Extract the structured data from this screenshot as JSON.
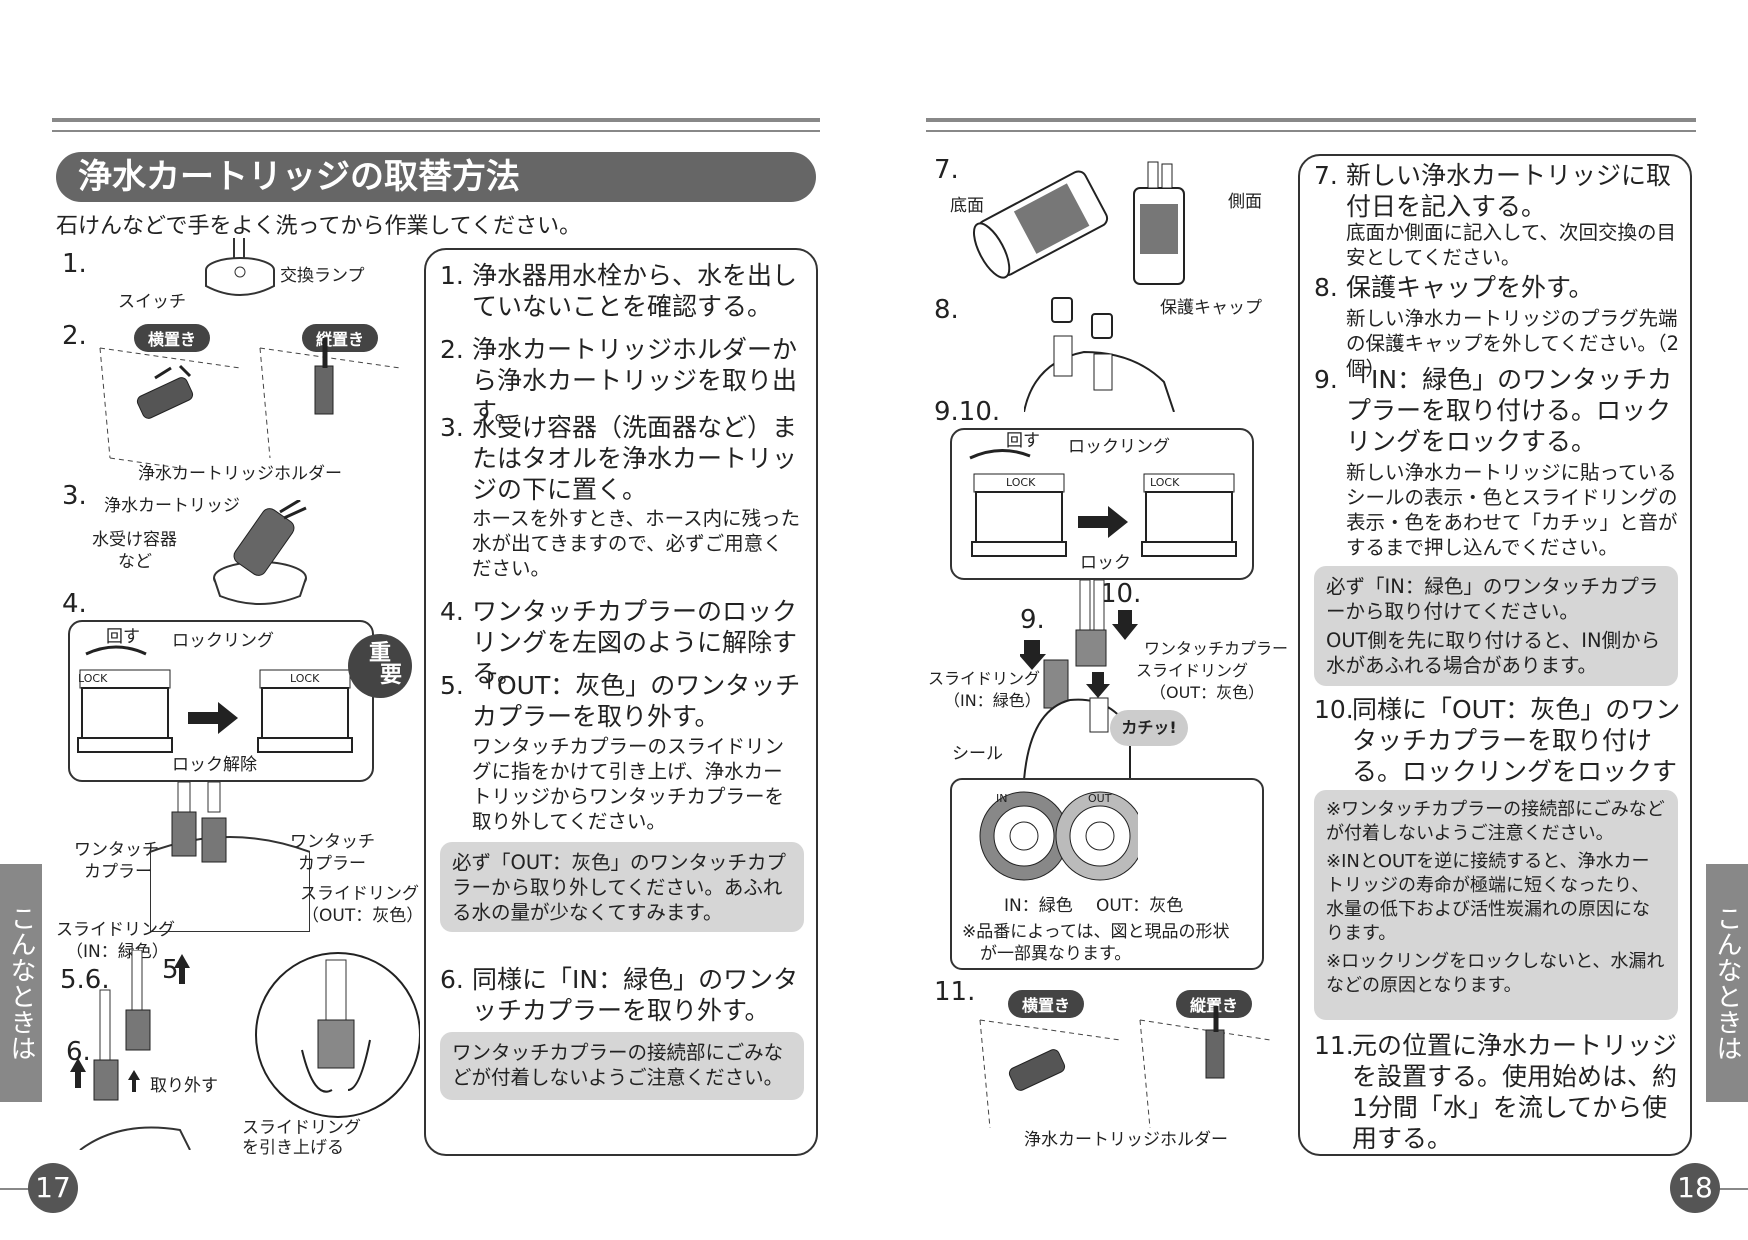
{
  "left_page": {
    "title": "浄水カートリッジの取替方法",
    "subtitle": "石けんなどで手をよく洗ってから作業してください。",
    "figure_labels": {
      "n1": "1.",
      "n2": "2.",
      "n3": "3.",
      "n4": "4.",
      "n56": "5.6.",
      "n5": "5.",
      "n6": "6.",
      "switch": "スイッチ",
      "lamp": "交換ランプ",
      "yoko": "横置き",
      "tate": "縦置き",
      "holder": "浄水カートリッジホルダー",
      "cartridge": "浄水カートリッジ",
      "container": "水受け容器",
      "container2": "など",
      "mawasu": "回す",
      "lockring": "ロックリング",
      "lock_release": "ロック解除",
      "juyo1": "重",
      "juyo2": "要",
      "coupler_l1": "ワンタッチ",
      "coupler_l2": "カプラー",
      "coupler_r1": "ワンタッチ",
      "coupler_r2": "カプラー",
      "slide_out1": "スライドリング",
      "slide_out2": "（OUT：灰色）",
      "slide_in1": "スライドリング",
      "slide_in2": "（IN：緑色）",
      "torihazusu": "取り外す",
      "slide_up1": "スライドリング",
      "slide_up2": "を引き上げる",
      "lock_tag": "LOCK"
    },
    "steps": [
      {
        "num": "1.",
        "text": "浄水器用水栓から、水を出していないことを確認する。"
      },
      {
        "num": "2.",
        "text": "浄水カートリッジホルダーから浄水カートリッジを取り出す。"
      },
      {
        "num": "3.",
        "text": "水受け容器（洗面器など）またはタオルを浄水カートリッジの下に置く。",
        "note": "ホースを外すとき、ホース内に残った水が出てきますので、必ずご用意ください。"
      },
      {
        "num": "4.",
        "text": "ワンタッチカプラーのロックリングを左図のように解除する。"
      },
      {
        "num": "5.",
        "text": "「OUT：灰色」のワンタッチカプラーを取り外す。",
        "note": "ワンタッチカプラーのスライドリングに指をかけて引き上げ、浄水カートリッジからワンタッチカプラーを取り外してください。"
      },
      {
        "num": "6.",
        "text": "同様に「IN：緑色」のワンタッチカプラーを取り外す。"
      }
    ],
    "gray_note_5": "必ず「OUT：灰色」のワンタッチカプラーから取り外してください。あふれる水の量が少なくてすみます。",
    "gray_note_6": "ワンタッチカプラーの接続部にごみなどが付着しないようご注意ください。",
    "side_tab": "こんなときは",
    "page_number": "17"
  },
  "right_page": {
    "figure_labels": {
      "n7": "7.",
      "n8": "8.",
      "n910": "9.10.",
      "n9": "9.",
      "n10": "10.",
      "n11": "11.",
      "bottom": "底面",
      "side": "側面",
      "cap": "保護キャップ",
      "mawasu": "回す",
      "lockring": "ロックリング",
      "lock": "ロック",
      "coupler": "ワンタッチカプラー",
      "slide_out1": "スライドリング",
      "slide_out2": "（OUT：灰色）",
      "slide_in1": "スライドリング",
      "slide_in2": "（IN：緑色）",
      "seal": "シール",
      "kachi": "カチッ!",
      "in_label": "IN：緑色",
      "out_label": "OUT：灰色",
      "shape_note1": "※品番によっては、図と現品の形状",
      "shape_note2": "が一部異なります。",
      "yoko": "横置き",
      "tate": "縦置き",
      "holder": "浄水カートリッジホルダー",
      "in_tag": "IN",
      "out_tag": "OUT",
      "lock_tag": "LOCK"
    },
    "steps": [
      {
        "num": "7.",
        "text": "新しい浄水カートリッジに取付日を記入する。",
        "note": "底面か側面に記入して、次回交換の目安としてください。"
      },
      {
        "num": "8.",
        "text": "保護キャップを外す。",
        "note": "新しい浄水カートリッジのプラグ先端の保護キャップを外してください。（2個）"
      },
      {
        "num": "9.",
        "text": "「IN：緑色」のワンタッチカプラーを取り付ける。ロックリングをロックする。",
        "note": "新しい浄水カートリッジに貼っているシールの表示・色とスライドリングの表示・色をあわせて「カチッ」と音がするまで押し込んでください。"
      },
      {
        "num": "10.",
        "text": "同様に「OUT：灰色」のワンタッチカプラーを取り付ける。ロックリングをロックする。"
      },
      {
        "num": "11.",
        "text": "元の位置に浄水カートリッジを設置する。使用始めは、約1分間「水」を流してから使用する。"
      }
    ],
    "gray_note_9a": "必ず「IN：緑色」のワンタッチカプラーから取り付けてください。",
    "gray_note_9b": "OUT側を先に取り付けると、IN側から水があふれる場合があります。",
    "gray_note_10": [
      "※ワンタッチカプラーの接続部にごみなどが付着しないようご注意ください。",
      "※INとOUTを逆に接続すると、浄水カートリッジの寿命が極端に短くなったり、水量の低下および活性炭漏れの原因になります。",
      "※ロックリングをロックしないと、水漏れなどの原因となります。"
    ],
    "side_tab": "こんなときは",
    "page_number": "18"
  }
}
